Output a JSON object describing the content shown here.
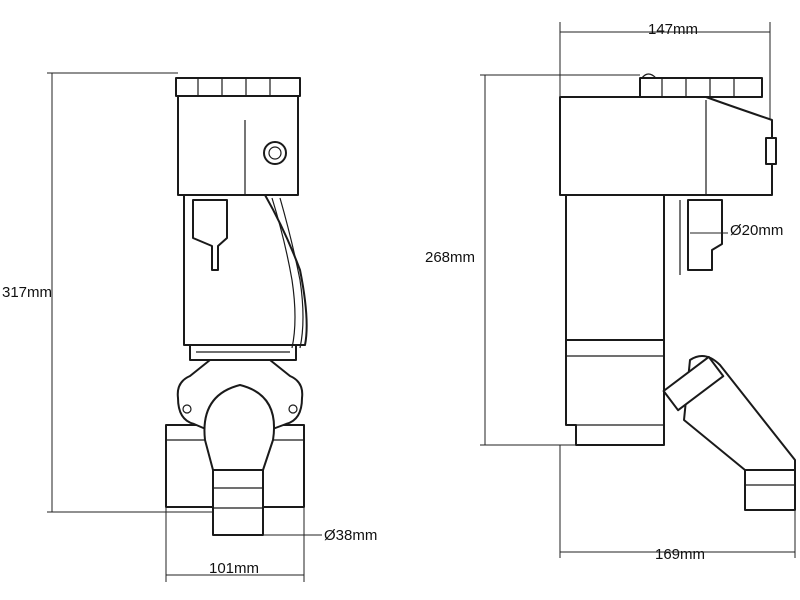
{
  "dimensions": {
    "front_height": "317mm",
    "front_width": "101mm",
    "outlet_diameter": "Ø38mm",
    "side_top_width": "147mm",
    "side_height": "268mm",
    "inlet_diameter": "Ø20mm",
    "side_bottom_width": "169mm"
  },
  "colors": {
    "line": "#1a1a1a",
    "fill": "#ffffff"
  }
}
